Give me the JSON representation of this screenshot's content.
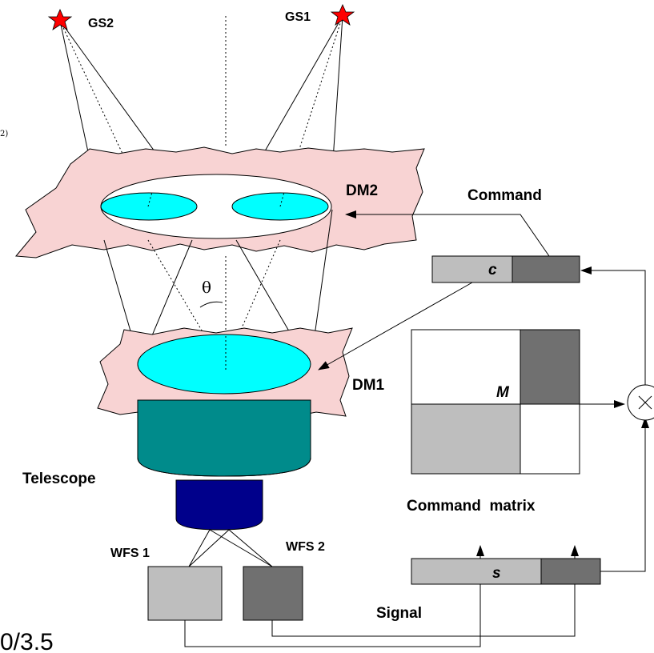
{
  "labels": {
    "gs1": "GS1",
    "gs2": "GS2",
    "dm1": "DM1",
    "dm2": "DM2",
    "command": "Command",
    "c": "c",
    "theta": "θ",
    "m": "M",
    "command_matrix": "Command  matrix",
    "telescope": "Telescope",
    "wfs1": "WFS 1",
    "wfs2": "WFS 2",
    "s": "s",
    "signal": "Signal",
    "fragment_left": "2)",
    "fragment_bottom": "0/3.5"
  },
  "colors": {
    "dm_fill": "#f8d3d3",
    "pupil_fill": "#00ffff",
    "telescope_fill": "#008b8b",
    "wfs_optics_fill": "#00008b",
    "light_gray": "#bebebe",
    "dark_gray": "#707070",
    "star": "#ff0000"
  },
  "icons": {
    "multiply": "circled-times-icon",
    "star": "star-icon"
  }
}
